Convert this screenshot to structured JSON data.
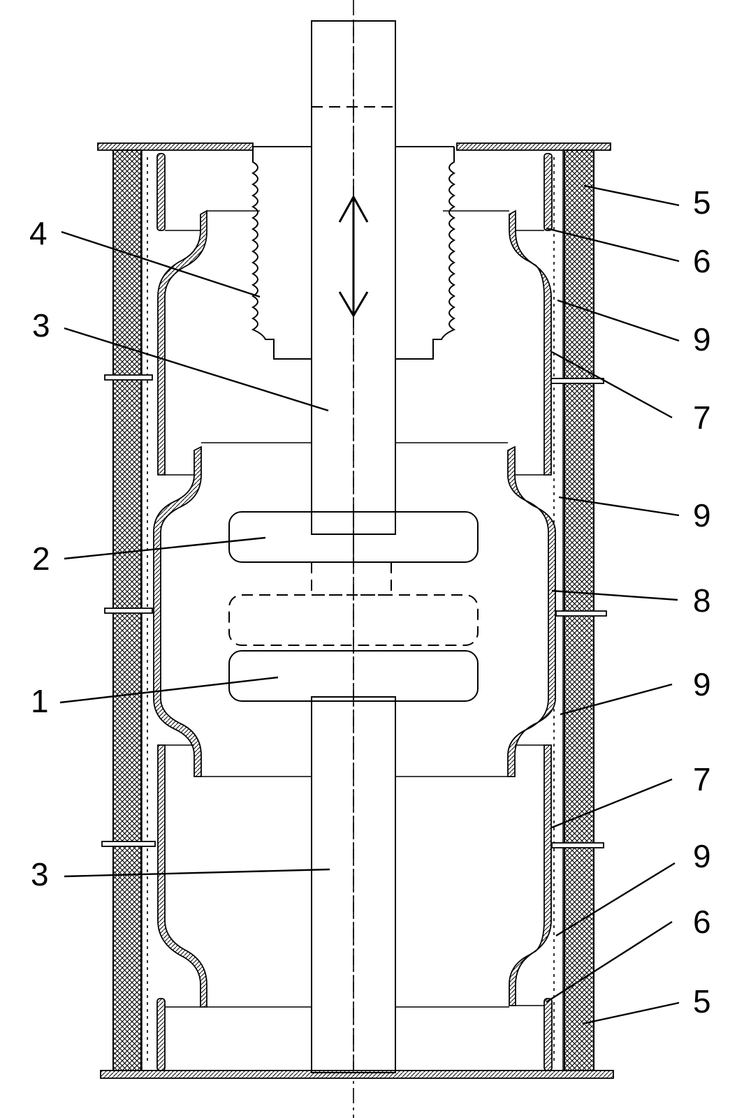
{
  "callouts": [
    {
      "id": "label-4-top-left",
      "text": "4"
    },
    {
      "id": "label-3-upper",
      "text": "3"
    },
    {
      "id": "label-2",
      "text": "2"
    },
    {
      "id": "label-1",
      "text": "1"
    },
    {
      "id": "label-3-lower",
      "text": "3"
    },
    {
      "id": "label-5-top-right",
      "text": "5"
    },
    {
      "id": "label-6-top-right",
      "text": "6"
    },
    {
      "id": "label-9-first",
      "text": "9"
    },
    {
      "id": "label-7-upper",
      "text": "7"
    },
    {
      "id": "label-9-second",
      "text": "9"
    },
    {
      "id": "label-8",
      "text": "8"
    },
    {
      "id": "label-9-third",
      "text": "9"
    },
    {
      "id": "label-7-lower",
      "text": "7"
    },
    {
      "id": "label-9-fourth",
      "text": "9"
    },
    {
      "id": "label-6-bottom-right",
      "text": "6"
    },
    {
      "id": "label-5-bottom-right",
      "text": "5"
    }
  ],
  "colors": {
    "ink": "#000000",
    "paper": "#ffffff"
  },
  "icons": {
    "motion": "double-headed-arrow-icon"
  }
}
